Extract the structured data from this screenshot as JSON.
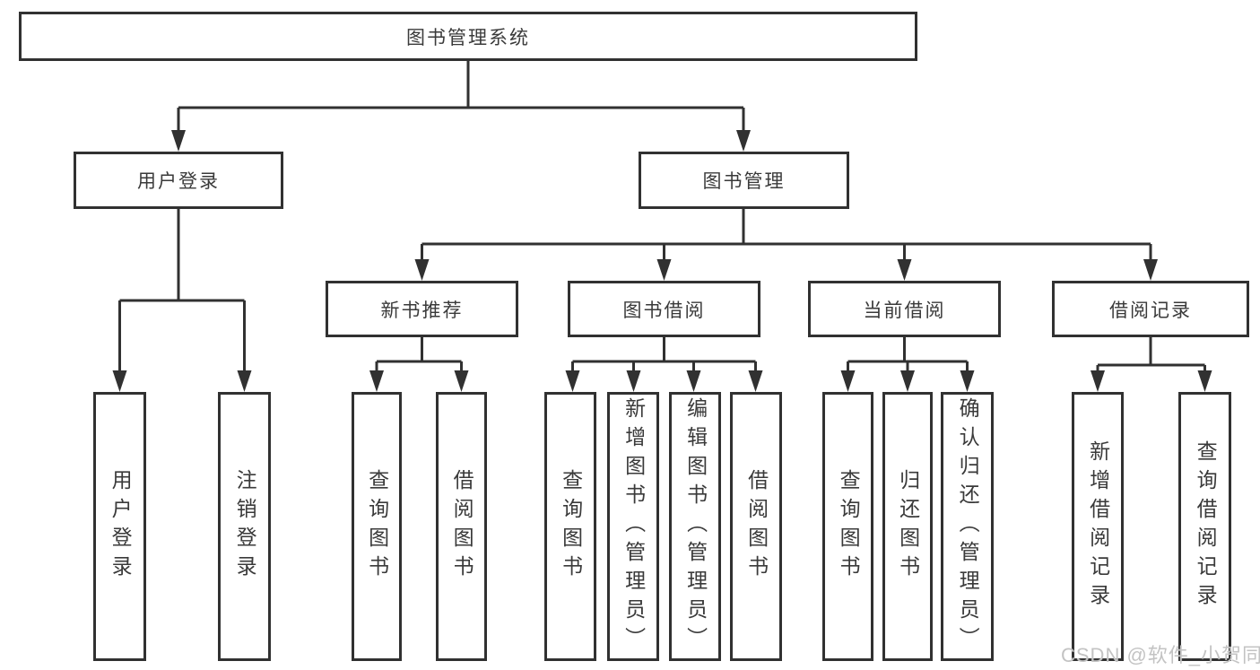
{
  "diagram": {
    "type": "tree",
    "root": {
      "label": "图书管理系统"
    },
    "branches": [
      {
        "label": "用户登录",
        "children": [
          {
            "label": "用户登录"
          },
          {
            "label": "注销登录"
          }
        ]
      },
      {
        "label": "图书管理",
        "children": [
          {
            "label": "新书推荐",
            "children": [
              {
                "label": "查询图书"
              },
              {
                "label": "借阅图书"
              }
            ]
          },
          {
            "label": "图书借阅",
            "children": [
              {
                "label": "查询图书"
              },
              {
                "label": "新增图书（管理员）"
              },
              {
                "label": "编辑图书（管理员）"
              },
              {
                "label": "借阅图书"
              }
            ]
          },
          {
            "label": "当前借阅",
            "children": [
              {
                "label": "查询图书"
              },
              {
                "label": "归还图书"
              },
              {
                "label": "确认归还（管理员）"
              }
            ]
          },
          {
            "label": "借阅记录",
            "children": [
              {
                "label": "新增借阅记录"
              },
              {
                "label": "查询借阅记录"
              }
            ]
          }
        ]
      }
    ]
  },
  "colors": {
    "line": "#313131",
    "text": "#3a3a3a",
    "watermark": "#c3c3c3"
  },
  "watermark": {
    "text": "CSDN @软件_小贺同学"
  }
}
